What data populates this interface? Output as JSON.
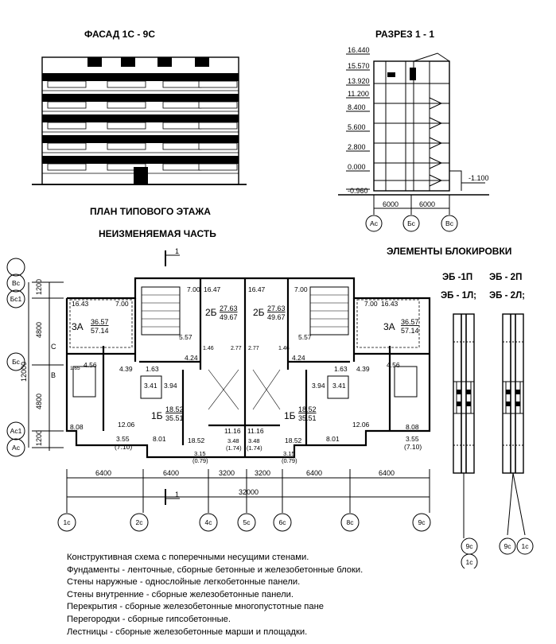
{
  "titles": {
    "facade": "ФАСАД 1С - 9С",
    "section": "РАЗРЕЗ 1 - 1",
    "plan_line1": "ПЛАН ТИПОВОГО ЭТАЖА",
    "plan_line2": "НЕИЗМЕНЯЕМАЯ ЧАСТЬ",
    "blocking": "ЭЛЕМЕНТЫ БЛОКИРОВКИ"
  },
  "blocking_labels": {
    "row1_left": "ЭБ -1П",
    "row1_right": "ЭБ - 2П",
    "row2_left": "ЭБ - 1Л;",
    "row2_right": "ЭБ - 2Л;"
  },
  "section": {
    "levels": [
      "16.440",
      "15.570",
      "13.920",
      "11.200",
      "8.400",
      "5.600",
      "2.800",
      "0.000",
      "-0.960"
    ],
    "ground_level": "-1.100",
    "spans": [
      "6000",
      "6000"
    ],
    "axes": [
      "Ас",
      "Бс",
      "Вс"
    ]
  },
  "plan": {
    "section_mark": "1",
    "left_axes": [
      "Вс",
      "Бс1",
      "Бс",
      "Ас1",
      "Ас"
    ],
    "left_dims": [
      "1200",
      "4800",
      "4800",
      "1200"
    ],
    "overall_height": "12000",
    "inner_axes": [
      "С",
      "В"
    ],
    "bottom_dims": [
      "6400",
      "6400",
      "3200",
      "3200",
      "6400",
      "6400"
    ],
    "overall_width": "32000",
    "bottom_axes": [
      "1с",
      "2с",
      "4с",
      "5с",
      "6с",
      "8с",
      "9с"
    ],
    "apartments": [
      {
        "type": "3А",
        "living": "36.57",
        "total": "57.14"
      },
      {
        "type": "2Б",
        "living": "27.63",
        "total": "49.67"
      },
      {
        "type": "1Б",
        "living": "18.52",
        "total": "35.51"
      }
    ],
    "room_areas": {
      "a": "16.43",
      "b": "7.00",
      "c": "16.47",
      "d": "5.57",
      "e": "4.56",
      "f": "4.39",
      "g": "1.63",
      "h": "3.41",
      "i": "3.94",
      "j": "4.24",
      "k": "1.46",
      "l": "2.77",
      "m": "12.06",
      "n": "8.08",
      "o": "8.01",
      "p": "18.52",
      "q": "11.16",
      "r": "3.55",
      "s": "(7.10)",
      "t": "3.48",
      "u": "(1.74)",
      "v": "3.15",
      "w": "(0.79)",
      "x": "1.65"
    }
  },
  "blocking_axes": [
    "9с",
    "1с"
  ],
  "description": [
    "Конструктивная схема с поперечными несущими стенами.",
    "Фундаменты - ленточные, сборные бетонные и железобетонные блоки.",
    "Стены наружные - однослойные легкобетонные панели.",
    "Стены внутренние - сборные железобетонные панели.",
    "Перекрытия - сборные железобетонные многопустотные пане",
    "Перегородки - сборные гипсобетонные.",
    "Лестницы - сборные железобетонные марши и площадки."
  ]
}
